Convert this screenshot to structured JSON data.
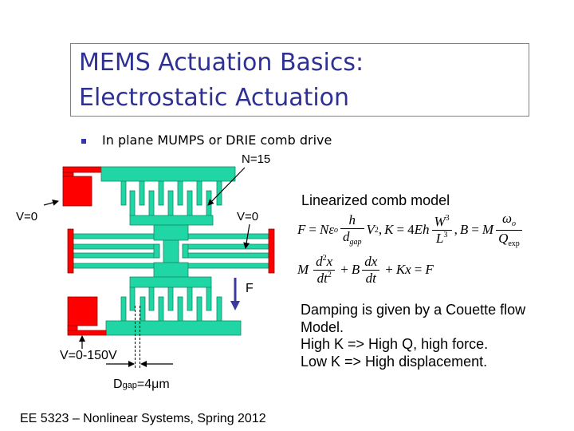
{
  "colors": {
    "title": "#2e3192",
    "teal": "#20d6a4",
    "red": "#ff0000",
    "force_arrow": "#3b3b9e",
    "bullet": "#3535b0"
  },
  "title": {
    "line1": "MEMS Actuation Basics:",
    "line2": "Electrostatic Actuation"
  },
  "bullet": {
    "icon": "square-bullet-icon",
    "text": "In plane MUMPS or DRIE comb drive"
  },
  "diagram": {
    "labels": {
      "n_fingers": "N=15",
      "v_left": "V=0",
      "v_right": "V=0",
      "v_drive": "V=0-150V",
      "force": "F",
      "gap_main": "D",
      "gap_sub": "gap",
      "gap_value": "=4μm"
    }
  },
  "model": {
    "heading": "Linearized comb model",
    "equation1": {
      "f": "F",
      "eq": "=",
      "n": "N",
      "eps": "ε",
      "eps_sub": "o",
      "frac1_num": "h",
      "frac1_den": "d",
      "frac1_den_sub": "gap",
      "v": "V",
      "v_sup": "2",
      "comma1": ",",
      "k": "K",
      "eq2": "=",
      "four": "4",
      "eh": "Eh",
      "frac2_num": "W",
      "frac2_num_sup": "3",
      "frac2_den": "L",
      "frac2_den_sup": "3",
      "comma2": ",",
      "b": "B",
      "eq3": "=",
      "m": "M",
      "frac3_num": "ω",
      "frac3_num_sub": "o",
      "frac3_den": "Q",
      "frac3_den_sub": "exp"
    },
    "equation2": {
      "m": "M",
      "frac1_num_d": "d",
      "frac1_num_sup": "2",
      "frac1_num_x": "x",
      "frac1_den": "dt",
      "frac1_den_sup": "2",
      "plus1": "+",
      "b": "B",
      "frac2_num": "dx",
      "frac2_den": "dt",
      "plus2": "+",
      "kx": "Kx",
      "eq": "=",
      "f": "F"
    }
  },
  "damping": {
    "lines": [
      "Damping is given by a Couette flow",
      "Model.",
      "High K => High Q, high force.",
      "Low K => High displacement."
    ]
  },
  "footer": {
    "text": "EE 5323 – Nonlinear Systems, Spring 2012"
  }
}
